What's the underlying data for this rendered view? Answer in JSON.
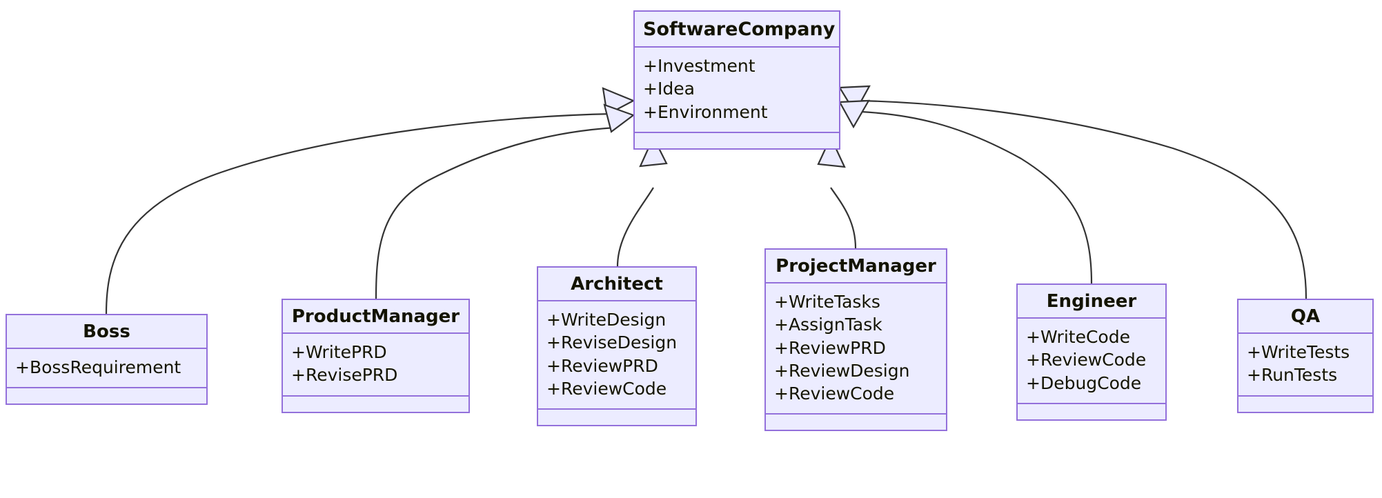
{
  "diagram": {
    "type": "uml-class-diagram",
    "title": "SoftwareCompany class hierarchy",
    "colors": {
      "node_fill": "#ECECFF",
      "node_border": "#9370DB",
      "text": "#131300",
      "edge": "#333333",
      "background": "#FFFFFF"
    },
    "relationship_type": "generalization"
  },
  "classes": [
    {
      "id": "SoftwareCompany",
      "name": "SoftwareCompany",
      "members": [
        "+Investment",
        "+Idea",
        "+Environment"
      ],
      "methods": []
    },
    {
      "id": "Boss",
      "name": "Boss",
      "members": [
        "+BossRequirement"
      ],
      "methods": []
    },
    {
      "id": "ProductManager",
      "name": "ProductManager",
      "members": [
        "+WritePRD",
        "+RevisePRD"
      ],
      "methods": []
    },
    {
      "id": "Architect",
      "name": "Architect",
      "members": [
        "+WriteDesign",
        "+ReviseDesign",
        "+ReviewPRD",
        "+ReviewCode"
      ],
      "methods": []
    },
    {
      "id": "ProjectManager",
      "name": "ProjectManager",
      "members": [
        "+WriteTasks",
        "+AssignTask",
        "+ReviewPRD",
        "+ReviewDesign",
        "+ReviewCode"
      ],
      "methods": []
    },
    {
      "id": "Engineer",
      "name": "Engineer",
      "members": [
        "+WriteCode",
        "+ReviewCode",
        "+DebugCode"
      ],
      "methods": []
    },
    {
      "id": "QA",
      "name": "QA",
      "members": [
        "+WriteTests",
        "+RunTests"
      ],
      "methods": []
    }
  ],
  "relationships": [
    {
      "from": "Boss",
      "to": "SoftwareCompany",
      "kind": "generalization"
    },
    {
      "from": "ProductManager",
      "to": "SoftwareCompany",
      "kind": "generalization"
    },
    {
      "from": "Architect",
      "to": "SoftwareCompany",
      "kind": "generalization"
    },
    {
      "from": "ProjectManager",
      "to": "SoftwareCompany",
      "kind": "generalization"
    },
    {
      "from": "Engineer",
      "to": "SoftwareCompany",
      "kind": "generalization"
    },
    {
      "from": "QA",
      "to": "SoftwareCompany",
      "kind": "generalization"
    }
  ]
}
